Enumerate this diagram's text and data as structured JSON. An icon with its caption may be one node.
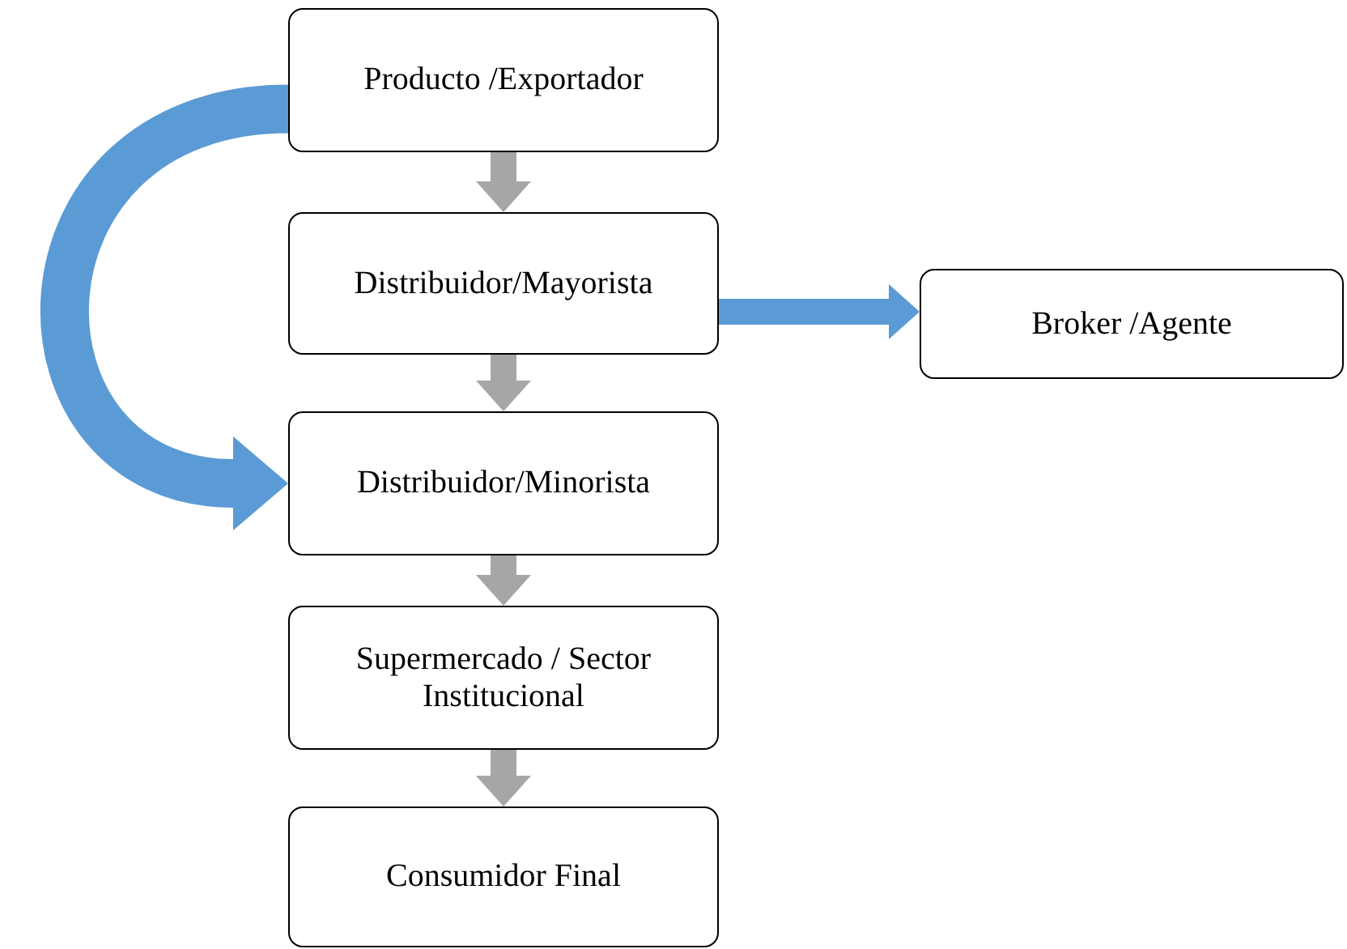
{
  "diagram": {
    "nodes": [
      {
        "text": [
          "Producto /Exportador"
        ]
      },
      {
        "text": [
          "Distribuidor/Mayorista"
        ]
      },
      {
        "text": [
          "Distribuidor/Minorista"
        ]
      },
      {
        "text": [
          "Supermercado / Sector Institucional"
        ]
      },
      {
        "text": [
          "Consumidor Final"
        ]
      },
      {
        "text": [
          "Broker /Agente"
        ]
      }
    ],
    "edges": [
      {
        "from": 0,
        "to": 1,
        "arrow": "to"
      },
      {
        "from": 1,
        "to": 2,
        "arrow": "to"
      },
      {
        "from": 2,
        "to": 3,
        "arrow": "to"
      },
      {
        "from": 3,
        "to": 4,
        "arrow": "to"
      },
      {
        "from": 1,
        "to": 5,
        "arrow": "to",
        "color": "#5b9bd5"
      },
      {
        "from": 0,
        "to": 2,
        "arrow": "to",
        "style": "thick",
        "color": "#5b9bd5"
      }
    ]
  }
}
